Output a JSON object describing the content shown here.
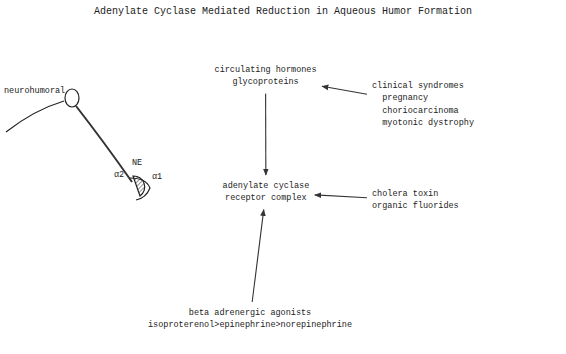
{
  "diagram": {
    "title": "Adenylate Cyclase Mediated Reduction in Aqueous Humor Formation",
    "nodes": [
      {
        "text": [
          "circulating hormones glycoproteins"
        ]
      },
      {
        "text": [
          "adenylate cyclase receptor complex"
        ]
      },
      {
        "text": [
          "clinical syndromes",
          "pregnancy choriocarcinoma myotonic dystrophy"
        ]
      },
      {
        "text": [
          "cholera toxin organic fluorides"
        ]
      },
      {
        "text": [
          "beta adrenergic agonists",
          "isoproterenol>epinephrine>norepinephrine"
        ]
      }
    ],
    "edges": [
      {
        "from": 0,
        "to": 1,
        "arrow": "to"
      },
      {
        "from": 2,
        "to": 0,
        "arrow": "to"
      },
      {
        "from": 3,
        "to": 1,
        "arrow": "to"
      },
      {
        "from": 4,
        "to": 1,
        "arrow": "to"
      }
    ],
    "labels": [
      "neurohumoral",
      "NE",
      "α2",
      "α1"
    ]
  }
}
